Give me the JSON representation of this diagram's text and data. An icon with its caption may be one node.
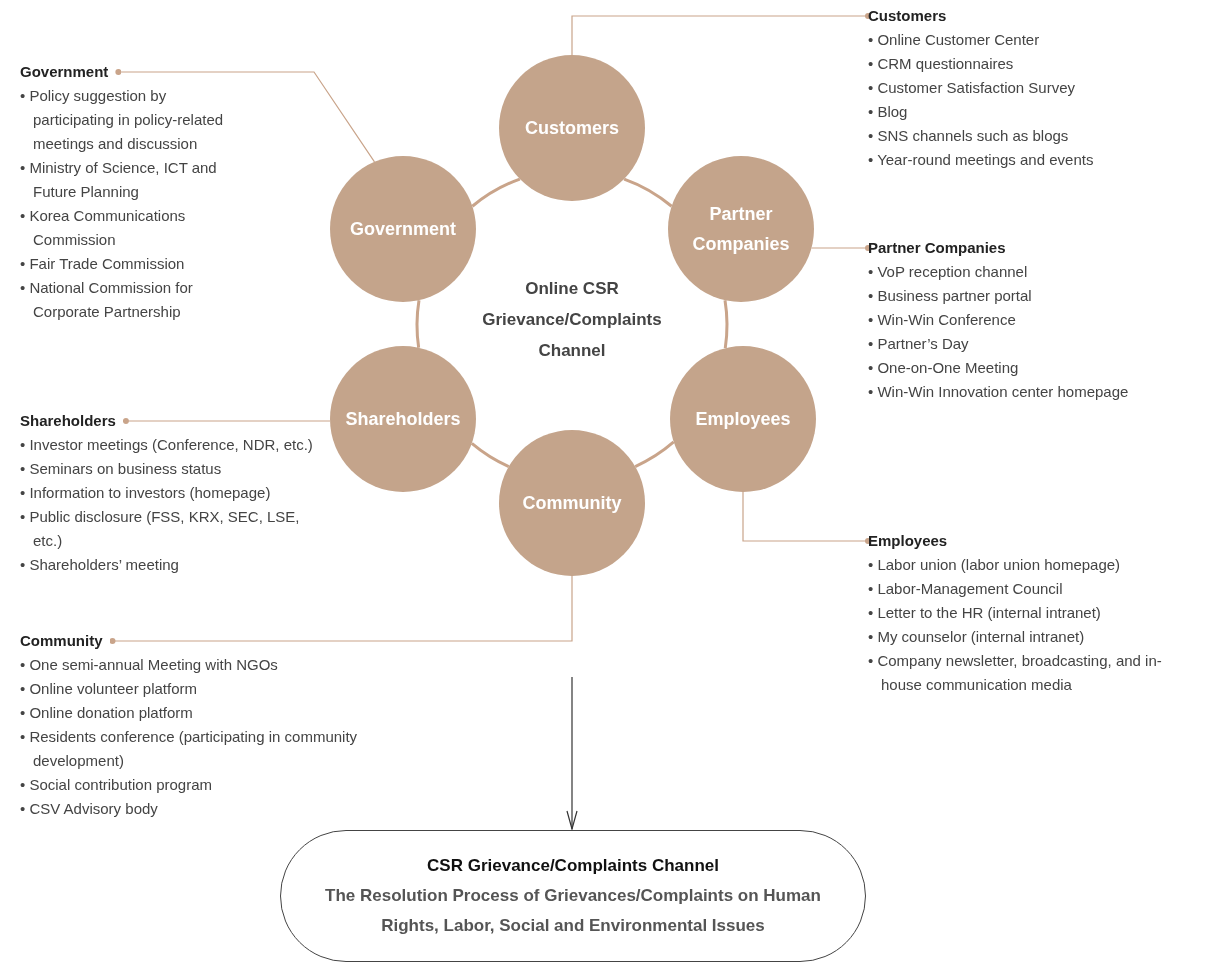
{
  "diagram": {
    "nodes": [
      {
        "text": [
          "Customers"
        ]
      },
      {
        "text": [
          "Partner Companies"
        ]
      },
      {
        "text": [
          "Employees"
        ]
      },
      {
        "text": [
          "Community"
        ]
      },
      {
        "text": [
          "Shareholders"
        ]
      },
      {
        "text": [
          "Government"
        ]
      },
      {
        "text": [
          "Customers",
          "• Online Customer Center",
          "• CRM questionnaires",
          "• Customer Satisfaction Survey",
          "• Blog",
          "• SNS channels such as blogs",
          "• Year-round meetings and events"
        ]
      },
      {
        "text": [
          "Partner Companies",
          "• VoP reception channel",
          "• Business partner portal",
          "• Win-Win Conference",
          "• Partner’s Day",
          "• One-on-One Meeting",
          "• Win-Win Innovation center homepage"
        ]
      },
      {
        "text": [
          "Employees",
          "• Labor union (labor union homepage)",
          "• Labor-Management Council",
          "• Letter to the HR (internal intranet)",
          "• My counselor (internal intranet)",
          "• Company newsletter, broadcasting, and in-house communication media"
        ]
      },
      {
        "text": [
          "Community",
          "• One semi-annual Meeting with NGOs",
          "• Online volunteer platform",
          "• Online donation platform",
          "• Residents conference (participating in community development)",
          "• Social contribution program",
          "• CSV Advisory body"
        ]
      },
      {
        "text": [
          "Shareholders",
          "• Investor meetings (Conference, NDR, etc.)",
          "• Seminars on business status",
          "• Information to investors (homepage)",
          "• Public disclosure (FSS, KRX, SEC, LSE, etc.)",
          "• Shareholders’ meeting"
        ]
      },
      {
        "text": [
          "Government",
          "• Policy suggestion by participating in policy-related meetings and discussion",
          "• Ministry of Science, ICT and Future Planning",
          "• Korea Communications Commission",
          "• Fair Trade Commission",
          "• National Commission for Corporate Partnership"
        ]
      },
      {
        "text": [
          "CSR Grievance/Complaints Channel",
          "The Resolution Process of Grievances/Complaints on Human Rights, Labor, Social and Environmental Issues"
        ]
      }
    ],
    "edges": [
      {
        "from": 0,
        "to": 1,
        "arrow": "none"
      },
      {
        "from": 1,
        "to": 2,
        "arrow": "none"
      },
      {
        "from": 2,
        "to": 3,
        "arrow": "none"
      },
      {
        "from": 3,
        "to": 4,
        "arrow": "none"
      },
      {
        "from": 4,
        "to": 5,
        "arrow": "none"
      },
      {
        "from": 5,
        "to": 0,
        "arrow": "none"
      },
      {
        "from": 0,
        "to": 6,
        "arrow": "other"
      },
      {
        "from": 1,
        "to": 7,
        "arrow": "other"
      },
      {
        "from": 2,
        "to": 8,
        "arrow": "other"
      },
      {
        "from": 3,
        "to": 9,
        "arrow": "other"
      },
      {
        "from": 4,
        "to": 10,
        "arrow": "other"
      },
      {
        "from": 5,
        "to": 11,
        "arrow": "other"
      },
      {
        "from": null,
        "to": 12,
        "arrow": "to",
        "color": "#333333"
      }
    ],
    "labels": [
      "Online CSR Grievance/Complaints Channel"
    ]
  }
}
